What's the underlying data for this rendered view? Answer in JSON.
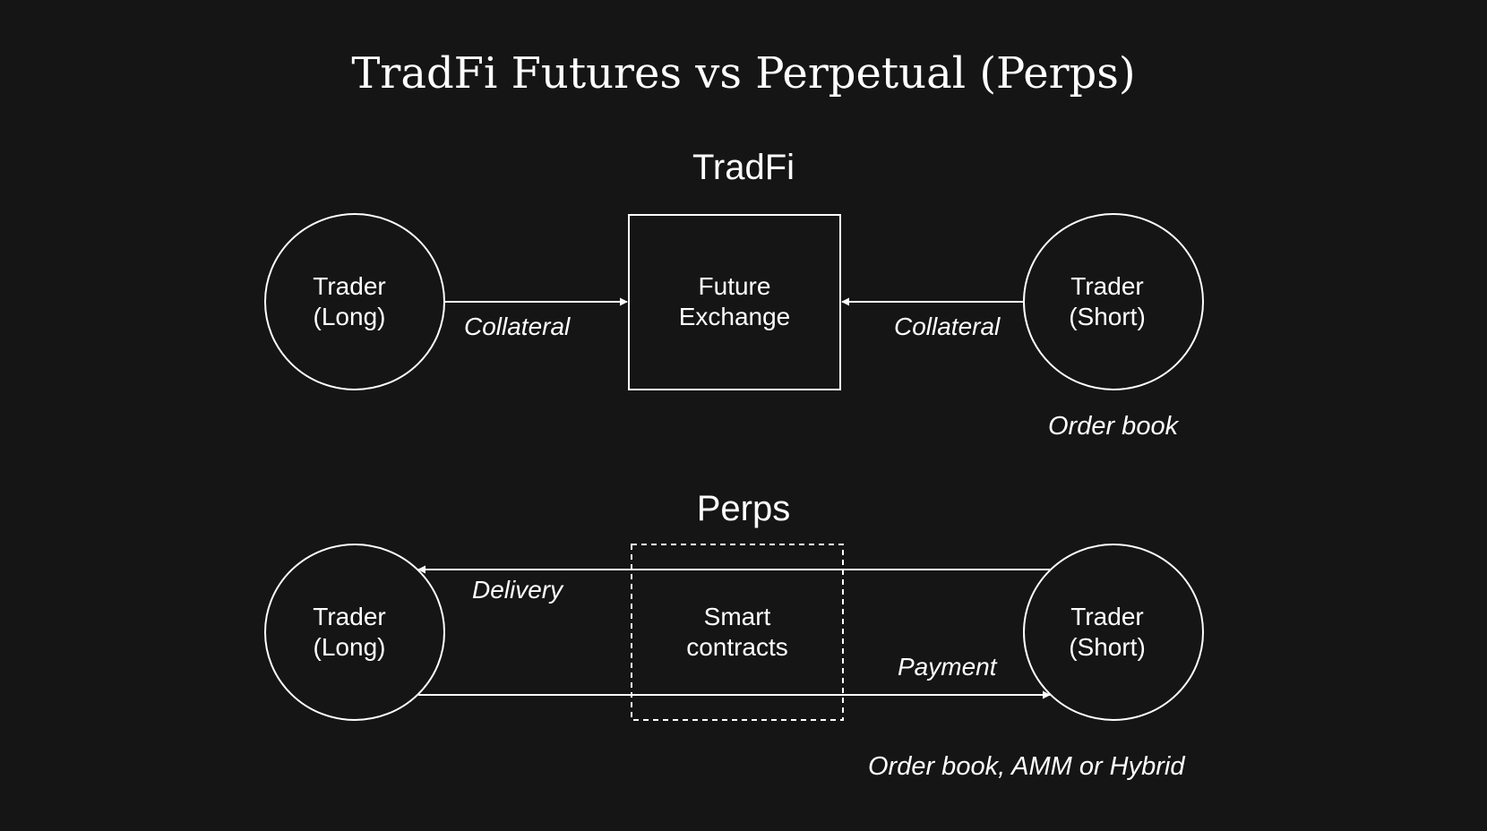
{
  "title": "TradFi Futures vs Perpetual (Perps)",
  "tradfi": {
    "section_title": "TradFi",
    "long_trader": {
      "line1": "Trader",
      "line2": "(Long)"
    },
    "exchange": {
      "line1": "Future",
      "line2": "Exchange"
    },
    "short_trader": {
      "line1": "Trader",
      "line2": "(Short)"
    },
    "left_edge_label": "Collateral",
    "right_edge_label": "Collateral",
    "note": "Order book"
  },
  "perps": {
    "section_title": "Perps",
    "long_trader": {
      "line1": "Trader",
      "line2": "(Long)"
    },
    "contracts": {
      "line1": "Smart",
      "line2": "contracts"
    },
    "short_trader": {
      "line1": "Trader",
      "line2": "(Short)"
    },
    "delivery_label": "Delivery",
    "payment_label": "Payment",
    "note": "Order book, AMM or Hybrid"
  },
  "colors": {
    "background": "#151515",
    "foreground": "#ffffff"
  }
}
